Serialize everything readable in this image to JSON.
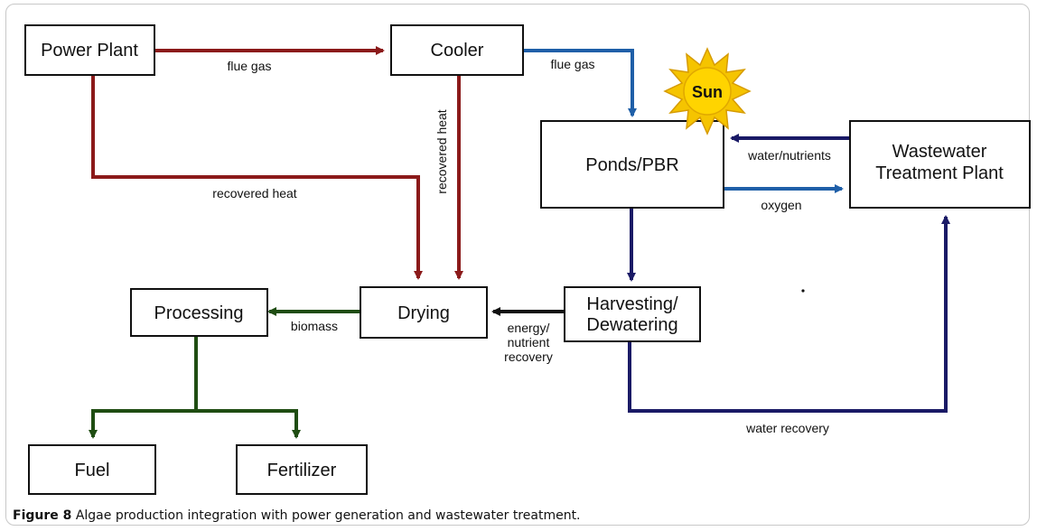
{
  "diagram": {
    "nodes": {
      "power_plant": "Power Plant",
      "cooler": "Cooler",
      "ponds": "Ponds/PBR",
      "wastewater_line1": "Wastewater",
      "wastewater_line2": "Treatment Plant",
      "drying": "Drying",
      "processing": "Processing",
      "harvesting_line1": "Harvesting/",
      "harvesting_line2": "Dewatering",
      "fuel": "Fuel",
      "fertilizer": "Fertilizer",
      "sun": "Sun"
    },
    "edges": {
      "flue_gas_1": "flue gas",
      "flue_gas_2": "flue gas",
      "recovered_heat_h": "recovered heat",
      "recovered_heat_v": "recovered heat",
      "water_nutrients": "water/nutrients",
      "oxygen": "oxygen",
      "biomass": "biomass",
      "energy_line1": "energy/",
      "energy_line2": "nutrient",
      "energy_line3": "recovery",
      "water_recovery": "water recovery"
    },
    "colors": {
      "heat": "#8b1a1a",
      "gas": "#1f5fa8",
      "water": "#1a1a66",
      "biomass": "#1f4d12",
      "energy": "#111111",
      "sun": "#f5c400"
    }
  },
  "caption": {
    "label": "Figure 8",
    "text": "Algae production integration with power generation and wastewater treatment."
  }
}
